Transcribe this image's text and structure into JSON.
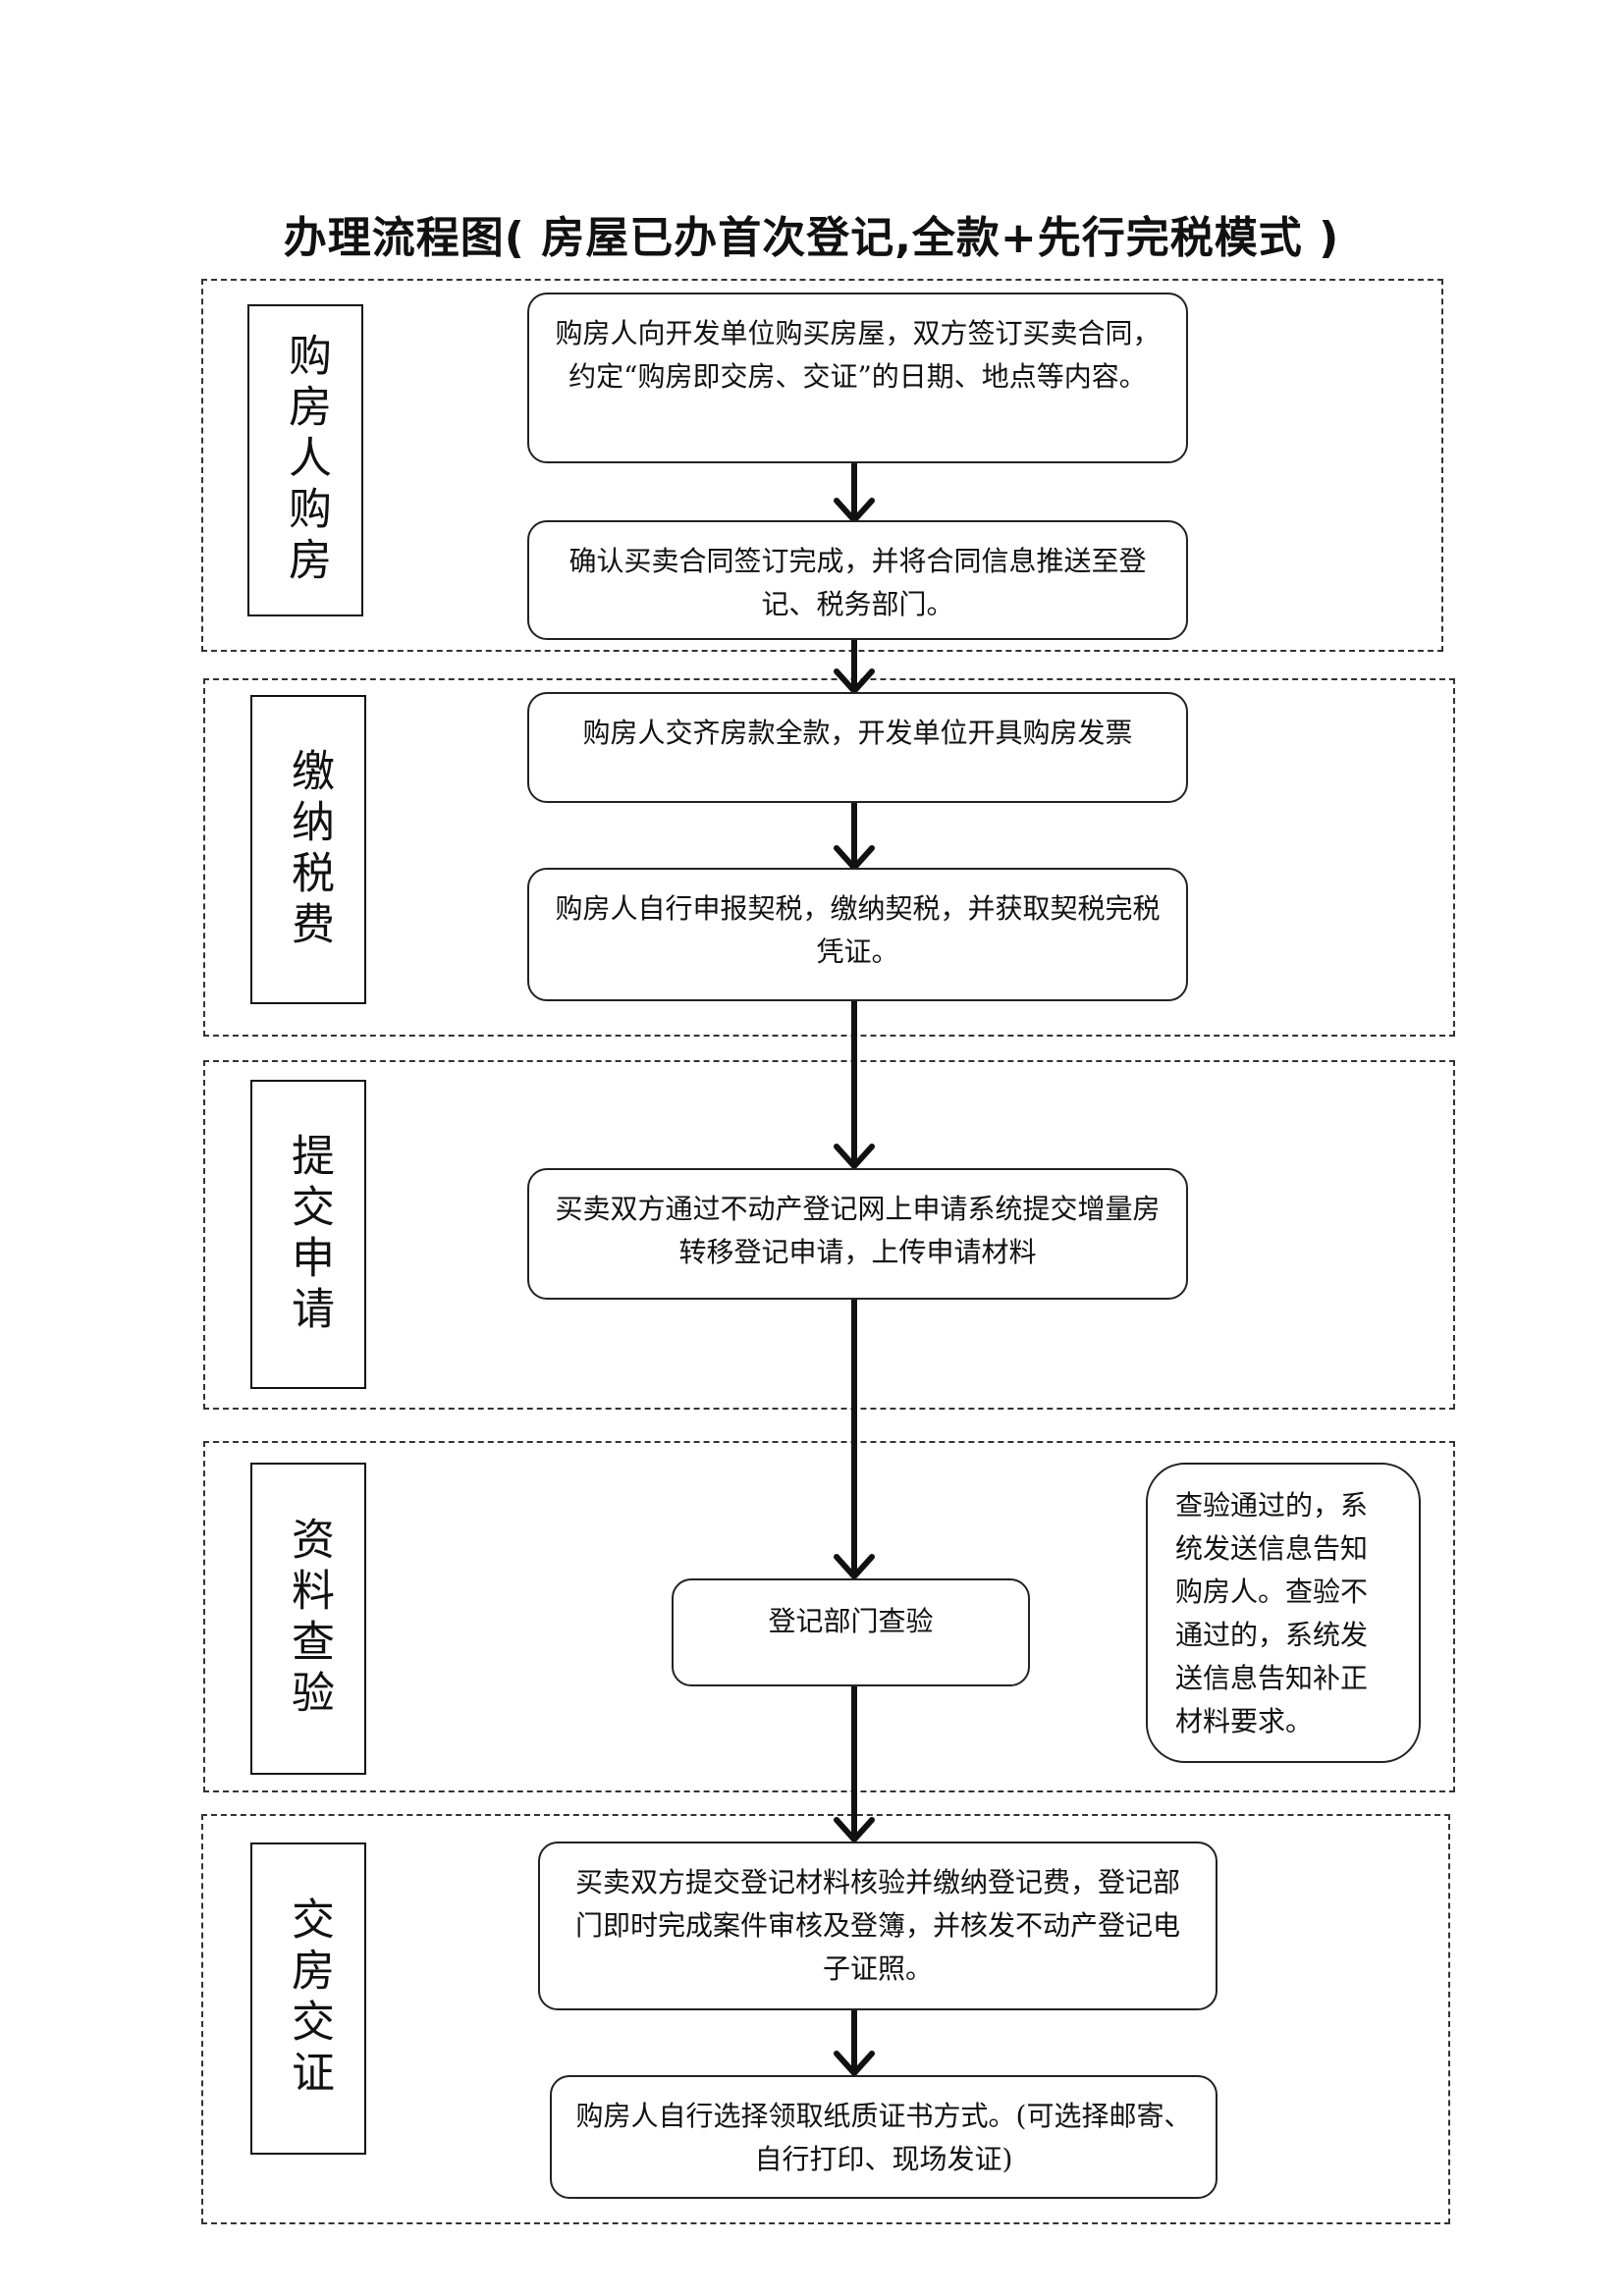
{
  "title": "办理流程图( 房屋已办首次登记,全款+先行完税模式 )",
  "stages": [
    "购房人购房",
    "缴纳税费",
    "提交申请",
    "资料查验",
    "交房交证"
  ],
  "steps": [
    "购房人向开发单位购买房屋，双方签订买卖合同，约定“购房即交房、交证”的日期、地点等内容。",
    "确认买卖合同签订完成，并将合同信息推送至登记、税务部门。",
    "购房人交齐房款全款，开发单位开具购房发票",
    "购房人自行申报契税，缴纳契税，并获取契税完税凭证。",
    "买卖双方通过不动产登记网上申请系统提交增量房转移登记申请，上传申请材料",
    "登记部门查验",
    "买卖双方提交登记材料核验并缴纳登记费，登记部门即时完成案件审核及登簿，并核发不动产登记电子证照。",
    "购房人自行选择领取纸质证书方式。(可选择邮寄、自行打印、现场发证)"
  ],
  "note": "查验通过的，系统发送信息告知购房人。查验不通过的，系统发送信息告知补正材料要求。",
  "colors": {
    "line": "#111111",
    "dashed_border": "#333333",
    "background": "#ffffff"
  }
}
